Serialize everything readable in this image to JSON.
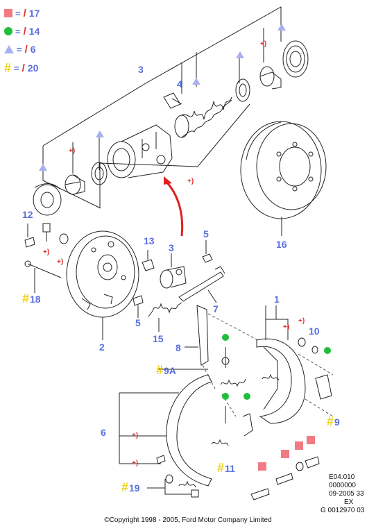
{
  "legend": [
    {
      "symbol": "square",
      "eq": "=",
      "slash": "/",
      "num": "17"
    },
    {
      "symbol": "dot",
      "eq": "=",
      "slash": "/",
      "num": "14"
    },
    {
      "symbol": "triangle",
      "eq": "=",
      "slash": "/",
      "num": "6"
    },
    {
      "symbol": "hash",
      "eq": "=",
      "slash": "/",
      "num": "20"
    }
  ],
  "hash_glyph": "#",
  "plus_marker": "+)",
  "callouts": {
    "c1": "1",
    "c2": "2",
    "c3a": "3",
    "c3b": "3",
    "c4": "4",
    "c5a": "5",
    "c5b": "5",
    "c6": "6",
    "c7": "7",
    "c8": "8",
    "c9": "9",
    "c9a": "9A",
    "c10": "10",
    "c11": "11",
    "c12": "12",
    "c13": "13",
    "c15": "15",
    "c16": "16",
    "c18": "18",
    "c19": "19"
  },
  "reference": {
    "line1": "E04.010",
    "line2": "0000000",
    "line3": "09-2005 33",
    "line4": "EX",
    "line5": "G 0012970 03"
  },
  "copyright": "©Copyright 1998 - 2005, Ford Motor Company Limited",
  "colors": {
    "callout": "#5a6ee0",
    "square": "#f17a84",
    "dot": "#1fbf3a",
    "triangle": "#a7b0f0",
    "hash": "#f2d21a",
    "plus": "#e0312e",
    "arrow": "#e02020"
  }
}
